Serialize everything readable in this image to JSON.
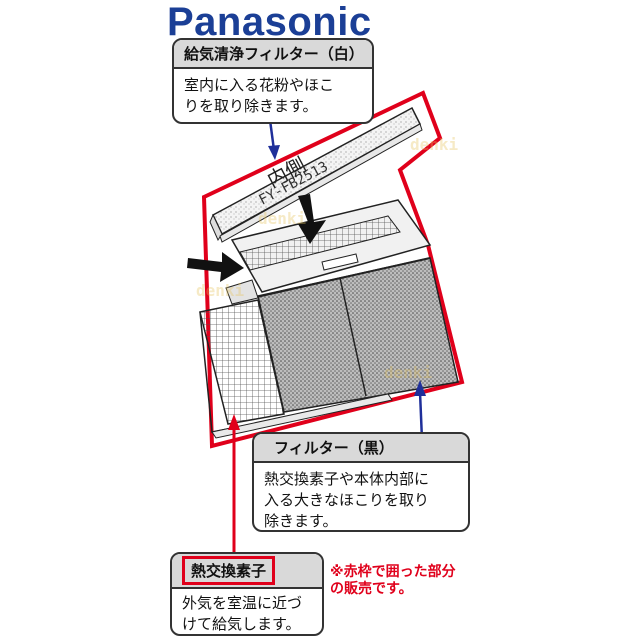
{
  "brand": "Panasonic",
  "filter_white": {
    "title": "給気清浄フィルター（白）",
    "lines": [
      "室内に入る花粉やほこ",
      "りを取り除きます。"
    ]
  },
  "filter_black": {
    "title": "フィルター（黒）",
    "lines": [
      "熱交換素子や本体内部に",
      "入る大きなほこりを取り",
      "除きます。"
    ]
  },
  "heat_exchanger": {
    "title": "熱交換素子",
    "lines": [
      "外気を室温に近づ",
      "けて給気します。"
    ]
  },
  "note": [
    "※赤枠で囲った部分",
    "の販売です。"
  ],
  "product_label": {
    "inner": "内側",
    "model": "FY-FB2513"
  },
  "watermark": "denki",
  "colors": {
    "brand_blue": "#1b3f96",
    "red_outline": "#e0001b",
    "arrow_blue": "#1f2f9a",
    "callout_header_gray": "#d9d9d9"
  }
}
